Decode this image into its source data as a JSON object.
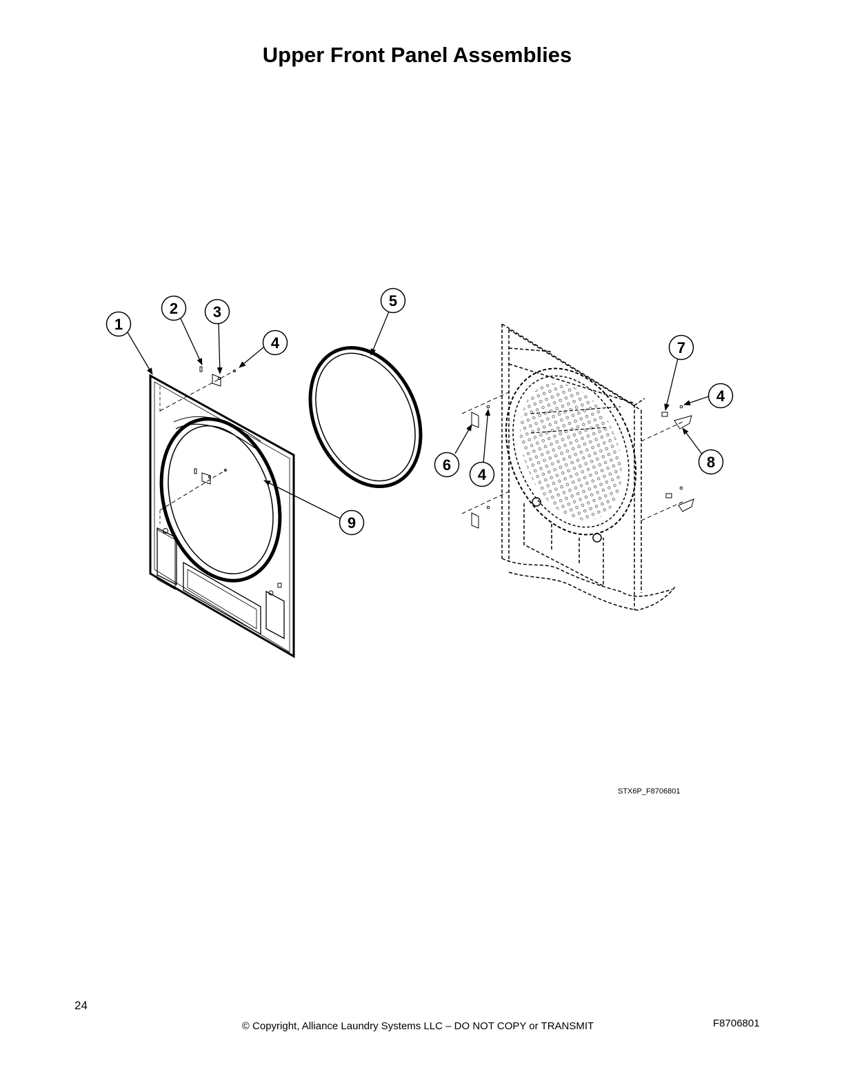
{
  "page": {
    "title": "Upper Front Panel Assemblies",
    "figure_id": "STX6P_F8706801",
    "page_number": "24",
    "copyright": "© Copyright, Alliance Laundry Systems LLC – DO NOT COPY or TRANSMIT",
    "doc_number": "F8706801"
  },
  "callouts": [
    {
      "id": "c1",
      "label": "1"
    },
    {
      "id": "c2",
      "label": "2"
    },
    {
      "id": "c3",
      "label": "3"
    },
    {
      "id": "c4a",
      "label": "4"
    },
    {
      "id": "c5",
      "label": "5"
    },
    {
      "id": "c7",
      "label": "7"
    },
    {
      "id": "c4b",
      "label": "4"
    },
    {
      "id": "c6",
      "label": "6"
    },
    {
      "id": "c4c",
      "label": "4"
    },
    {
      "id": "c8",
      "label": "8"
    },
    {
      "id": "c9",
      "label": "9"
    }
  ]
}
